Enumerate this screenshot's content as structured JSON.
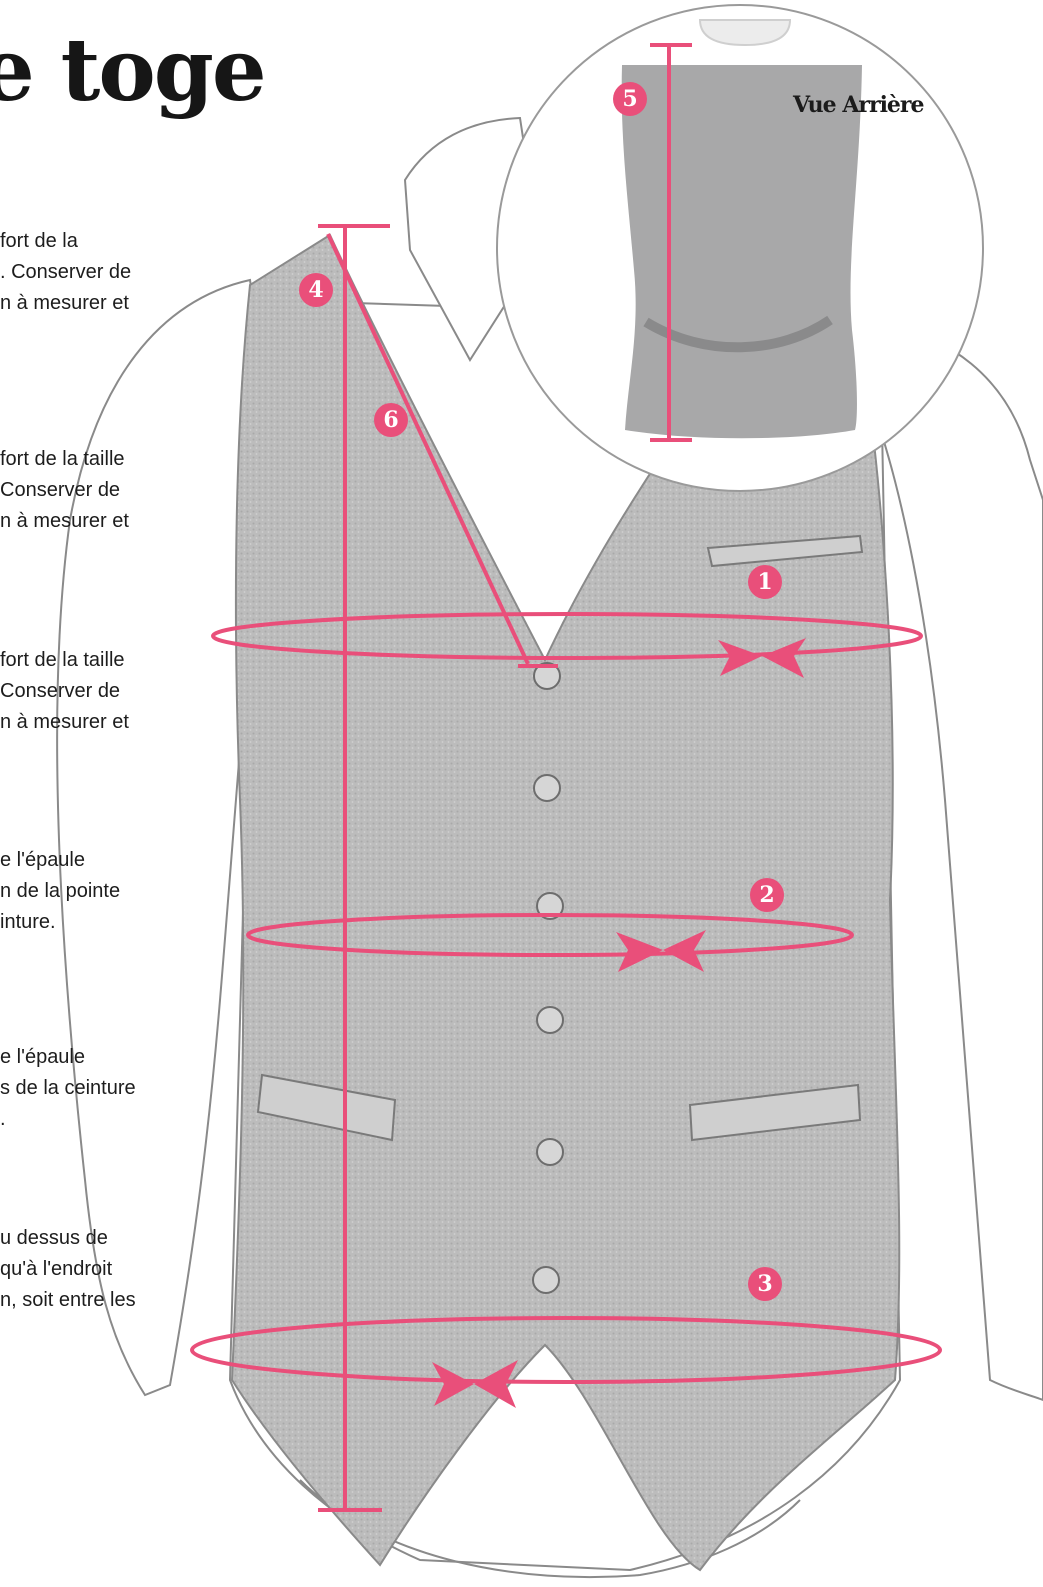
{
  "title": "e toge",
  "back_view_label": "Vue Arrière",
  "notes": [
    "fort de la\n. Conserver de\nn à mesurer et",
    "fort de la taille\nConserver de\nn à mesurer et",
    "fort de la taille\nConserver de\nn à mesurer et",
    "e l'épaule\nn de la pointe\ninture.",
    "e l'épaule\ns de la ceinture\n.",
    "u dessus de\nqu'à l'endroit\nn, soit entre les"
  ],
  "markers": [
    "1",
    "2",
    "3",
    "4",
    "5",
    "6"
  ],
  "colors": {
    "accent": "#e94f7a",
    "vest_fabric": "#bdbdbd",
    "back_vest": "#a8a8a9",
    "shirt_outline": "#8a8a8a",
    "text": "#1d1d1d"
  },
  "icons": [
    "vest-front-illustration",
    "vest-back-illustration",
    "measurement-arrow-icon"
  ]
}
